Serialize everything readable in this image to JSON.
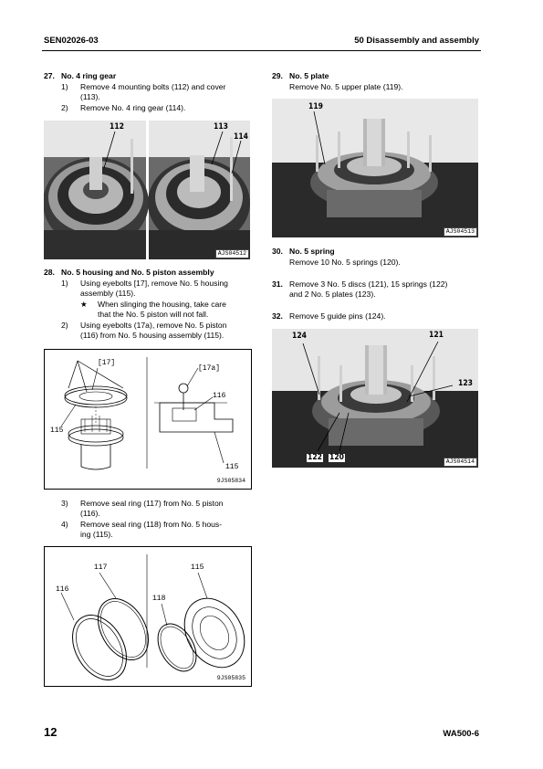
{
  "header": {
    "left": "SEN02026-03",
    "right": "50 Disassembly and assembly"
  },
  "footer": {
    "page_number": "12",
    "model": "WA500-6"
  },
  "steps": {
    "s27": {
      "num": "27.",
      "title": "No. 4 ring gear",
      "items": [
        {
          "n": "1)",
          "line1": "Remove 4 mounting bolts (112) and cover",
          "line2": "(113)."
        },
        {
          "n": "2)",
          "line1": "Remove No. 4 ring gear (114)."
        }
      ]
    },
    "s28": {
      "num": "28.",
      "title": "No. 5 housing and No. 5 piston assembly",
      "items": [
        {
          "n": "1)",
          "line1": "Using eyebolts [17], remove No. 5 housing",
          "line2": "assembly (115)."
        },
        {
          "n": "2)",
          "line1": "Using eyebolts (17a), remove No. 5 piston",
          "line2": "(116) from No. 5 housing assembly (115)."
        },
        {
          "n": "3)",
          "line1": "Remove seal ring (117) from No. 5 piston",
          "line2": "(116)."
        },
        {
          "n": "4)",
          "line1": "Remove seal ring (118) from No. 5 hous-",
          "line2": "ing (115)."
        }
      ],
      "note_star": "★",
      "note_line1": "When slinging the housing, take care",
      "note_line2": "that the No. 5 piston will not fall."
    },
    "s29": {
      "num": "29.",
      "title": "No. 5 plate",
      "body": "Remove No. 5 upper plate (119)."
    },
    "s30": {
      "num": "30.",
      "title": "No. 5 spring",
      "body": "Remove 10 No. 5 springs (120)."
    },
    "s31": {
      "num": "31.",
      "line1": "Remove 3 No. 5 discs (121), 15 springs (122)",
      "line2": "and 2 No. 5 plates (123)."
    },
    "s32": {
      "num": "32.",
      "line1": "Remove 5 guide pins (124)."
    }
  },
  "figures": {
    "fig1": {
      "code": "AJS04512",
      "labels": [
        "112",
        "113",
        "114"
      ]
    },
    "fig2": {
      "code": "AJS04513",
      "labels": [
        "119"
      ]
    },
    "fig3": {
      "code": "9JS05834",
      "labels": [
        "[17]",
        "[17a]",
        "116",
        "115",
        "115"
      ]
    },
    "fig4": {
      "code": "AJS04514",
      "labels": [
        "124",
        "121",
        "123",
        "122",
        "120"
      ]
    },
    "fig5": {
      "code": "9JS05835",
      "labels": [
        "117",
        "115",
        "116",
        "118"
      ]
    }
  },
  "colors": {
    "text": "#000000",
    "photo_dark": "#1e1e1e",
    "photo_mid": "#8a8a8a",
    "photo_light": "#d8d8d8"
  }
}
